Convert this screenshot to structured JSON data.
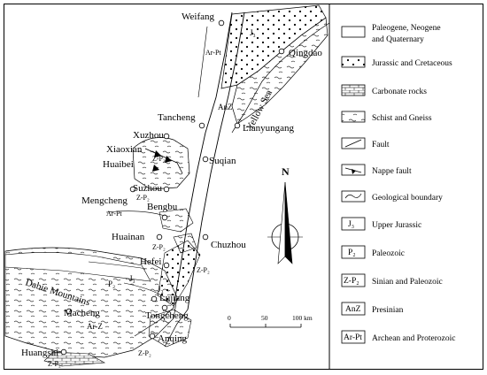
{
  "map": {
    "places": [
      {
        "id": "weifang",
        "text": "Weifang"
      },
      {
        "id": "qingdao",
        "text": "Qingdao"
      },
      {
        "id": "tancheng",
        "text": "Tancheng"
      },
      {
        "id": "lianyungang",
        "text": "Lianyungang"
      },
      {
        "id": "xuzhou",
        "text": "Xuzhou"
      },
      {
        "id": "xiaoxian",
        "text": "Xiaoxian"
      },
      {
        "id": "huaibei",
        "text": "Huaibei"
      },
      {
        "id": "suqian",
        "text": "Suqian"
      },
      {
        "id": "suzhou",
        "text": "Suzhou"
      },
      {
        "id": "mengcheng",
        "text": "Mengcheng"
      },
      {
        "id": "bengbu",
        "text": "Bengbu"
      },
      {
        "id": "huainan",
        "text": "Huainan"
      },
      {
        "id": "chuzhou",
        "text": "Chuzhou"
      },
      {
        "id": "hefei",
        "text": "Hefei"
      },
      {
        "id": "lujiang",
        "text": "Lujiang"
      },
      {
        "id": "tongcheng",
        "text": "Tongcheng"
      },
      {
        "id": "anqing",
        "text": "Anqing"
      },
      {
        "id": "macheng",
        "text": "Macheng"
      },
      {
        "id": "huangshi",
        "text": "Huangshi"
      }
    ],
    "region_labels": {
      "yellow_sea": "Yellow Sea",
      "dabie_mountains": "Dabie Mountains"
    },
    "unit_labels": {
      "arpt_north": "Ar-Pt",
      "j3_north": "J₃",
      "anz": "AnZ",
      "zp2_xuzhou": "Z-P₂",
      "zp2_suzhou": "Z-P₂",
      "arpt_bengbu": "Ar-Pt",
      "zp2_huainan": "Z-P₂",
      "zp2_hefei": "Z-P₂",
      "p2_dabie": "P₂",
      "j3_dabie": "J₃",
      "j3_lujiang": "J₃",
      "arz": "Ar-Z",
      "zp2_anqing": "Z-P₂",
      "zp2_huangshi": "Z-P₂"
    },
    "north_arrow": "N",
    "scale_bar": {
      "ticks": [
        "0",
        "50",
        "100 km"
      ]
    }
  },
  "legend": {
    "items": [
      {
        "key": "cenozoic",
        "swatch": "",
        "label": [
          "Paleogene, Neogene",
          "and Quaternary"
        ]
      },
      {
        "key": "jurassic-cretaceous",
        "swatch": "",
        "label": [
          "Jurassic and Cretaceous"
        ]
      },
      {
        "key": "carbonate",
        "swatch": "",
        "label": [
          "Carbonate rocks"
        ]
      },
      {
        "key": "schist-gneiss",
        "swatch": "",
        "label": [
          "Schist and Gneiss"
        ]
      },
      {
        "key": "fault",
        "swatch": "",
        "label": [
          "Fault"
        ]
      },
      {
        "key": "nappe-fault",
        "swatch": "",
        "label": [
          "Nappe fault"
        ]
      },
      {
        "key": "geological-boundary",
        "swatch": "",
        "label": [
          "Geological boundary"
        ]
      },
      {
        "key": "upper-jurassic",
        "swatch": "J₃",
        "label": [
          "Upper Jurassic"
        ]
      },
      {
        "key": "paleozoic",
        "swatch": "P₂",
        "label": [
          "Paleozoic"
        ]
      },
      {
        "key": "sinian-paleozoic",
        "swatch": "Z-P₂",
        "label": [
          "Sinian and Paleozoic"
        ]
      },
      {
        "key": "presinian",
        "swatch": "AnZ",
        "label": [
          "Presinian"
        ]
      },
      {
        "key": "archean-proterozoic",
        "swatch": "Ar-Pt",
        "label": [
          "Archean and Proterozoic"
        ]
      }
    ]
  }
}
